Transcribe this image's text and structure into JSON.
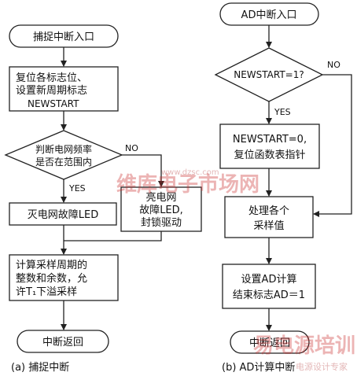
{
  "left": {
    "start": "捕捉中断入口",
    "reset": [
      "复位各标志位、",
      "设置新周期标志",
      "NEWSTART"
    ],
    "decision": [
      "判断电网频率",
      "是否在范围内"
    ],
    "no_label": "NO",
    "yes_label": "YES",
    "led_off": "灭电网故障LED",
    "led_on": [
      "亮电网",
      "故障LED,",
      "封锁驱动"
    ],
    "compute": [
      "计算采样周期的",
      "整数和余数，允",
      "许T₁下溢采样"
    ],
    "end": "中断返回",
    "caption": "(a) 捕捉中断"
  },
  "right": {
    "start": "AD中断入口",
    "decision": "NEWSTART=1?",
    "no_label": "NO",
    "yes_label": "YES",
    "reset": [
      "NEWSTART=0,",
      "复位函数表指针"
    ],
    "process": [
      "处理各个",
      "采样值"
    ],
    "flag": [
      "设置AD计算",
      "结束标志AD＝1"
    ],
    "end": "中断返回",
    "caption": "(b) AD计算中断"
  },
  "watermark": {
    "cn": "维库电子市场网",
    "url": "www.dzsc.com",
    "logo": "易电源培训",
    "sub": "电源设计专家"
  }
}
